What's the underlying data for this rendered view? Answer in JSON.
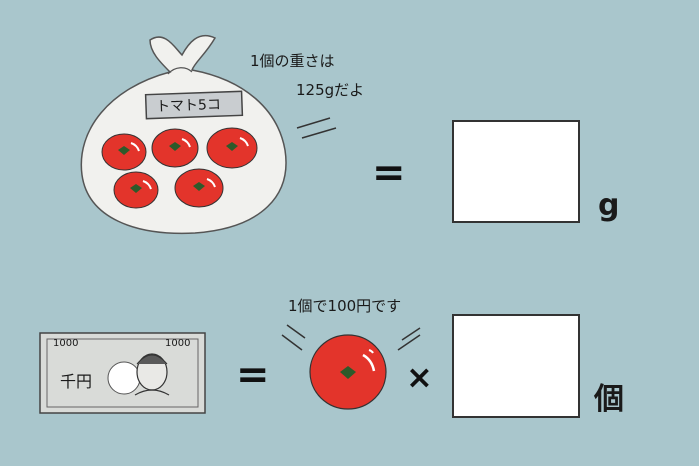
{
  "top": {
    "bag_label": "トマト5コ",
    "speech_line1": "1個の重さは",
    "speech_line2": "125gだよ",
    "equals": "=",
    "unit": "g"
  },
  "bottom": {
    "speech": "1個で100円です",
    "bill_number": "1000",
    "bill_number_right": "1000",
    "bill_text": "千円",
    "equals": "=",
    "times": "×",
    "unit": "個"
  },
  "colors": {
    "background": "#a9c6cc",
    "tomato": "#e3342b",
    "leaf": "#2d5a2a",
    "bag": "#f1f1ee",
    "box": "#ffffff"
  }
}
